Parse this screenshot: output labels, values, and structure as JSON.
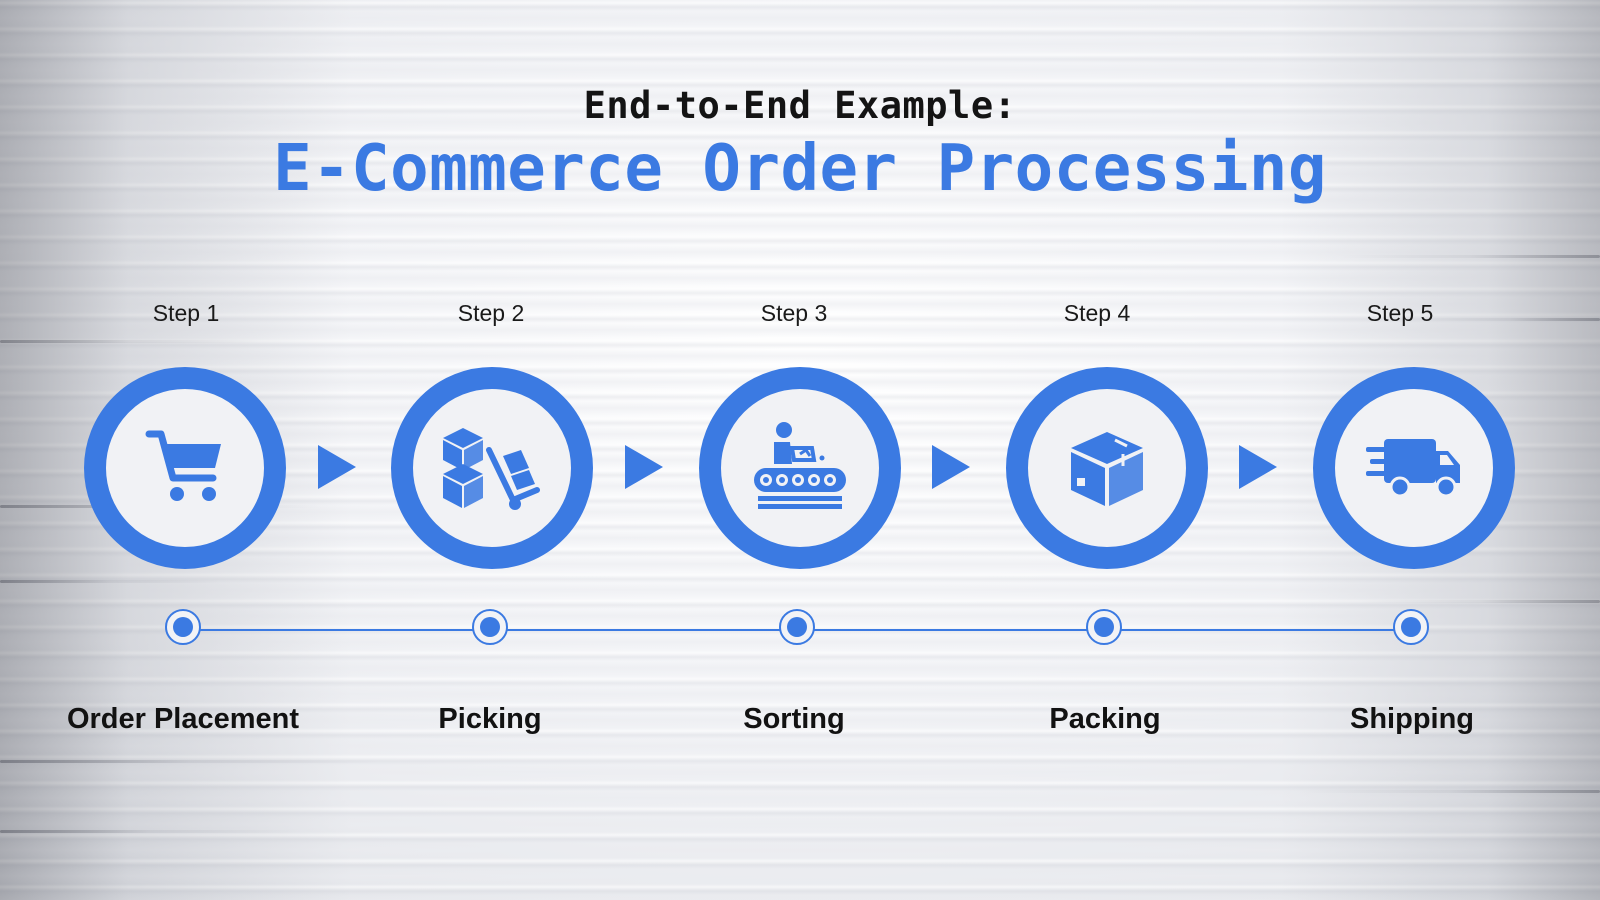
{
  "header": {
    "pretitle": "End-to-End Example:",
    "title": "E-Commerce Order Processing"
  },
  "accent_color": "#3b7ae2",
  "steps": [
    {
      "step_label": "Step 1",
      "name": "Order Placement",
      "icon": "shopping-cart-icon"
    },
    {
      "step_label": "Step 2",
      "name": "Picking",
      "icon": "boxes-hand-truck-icon"
    },
    {
      "step_label": "Step 3",
      "name": "Sorting",
      "icon": "conveyor-worker-icon"
    },
    {
      "step_label": "Step 4",
      "name": "Packing",
      "icon": "package-box-icon"
    },
    {
      "step_label": "Step 5",
      "name": "Shipping",
      "icon": "delivery-truck-icon"
    }
  ]
}
